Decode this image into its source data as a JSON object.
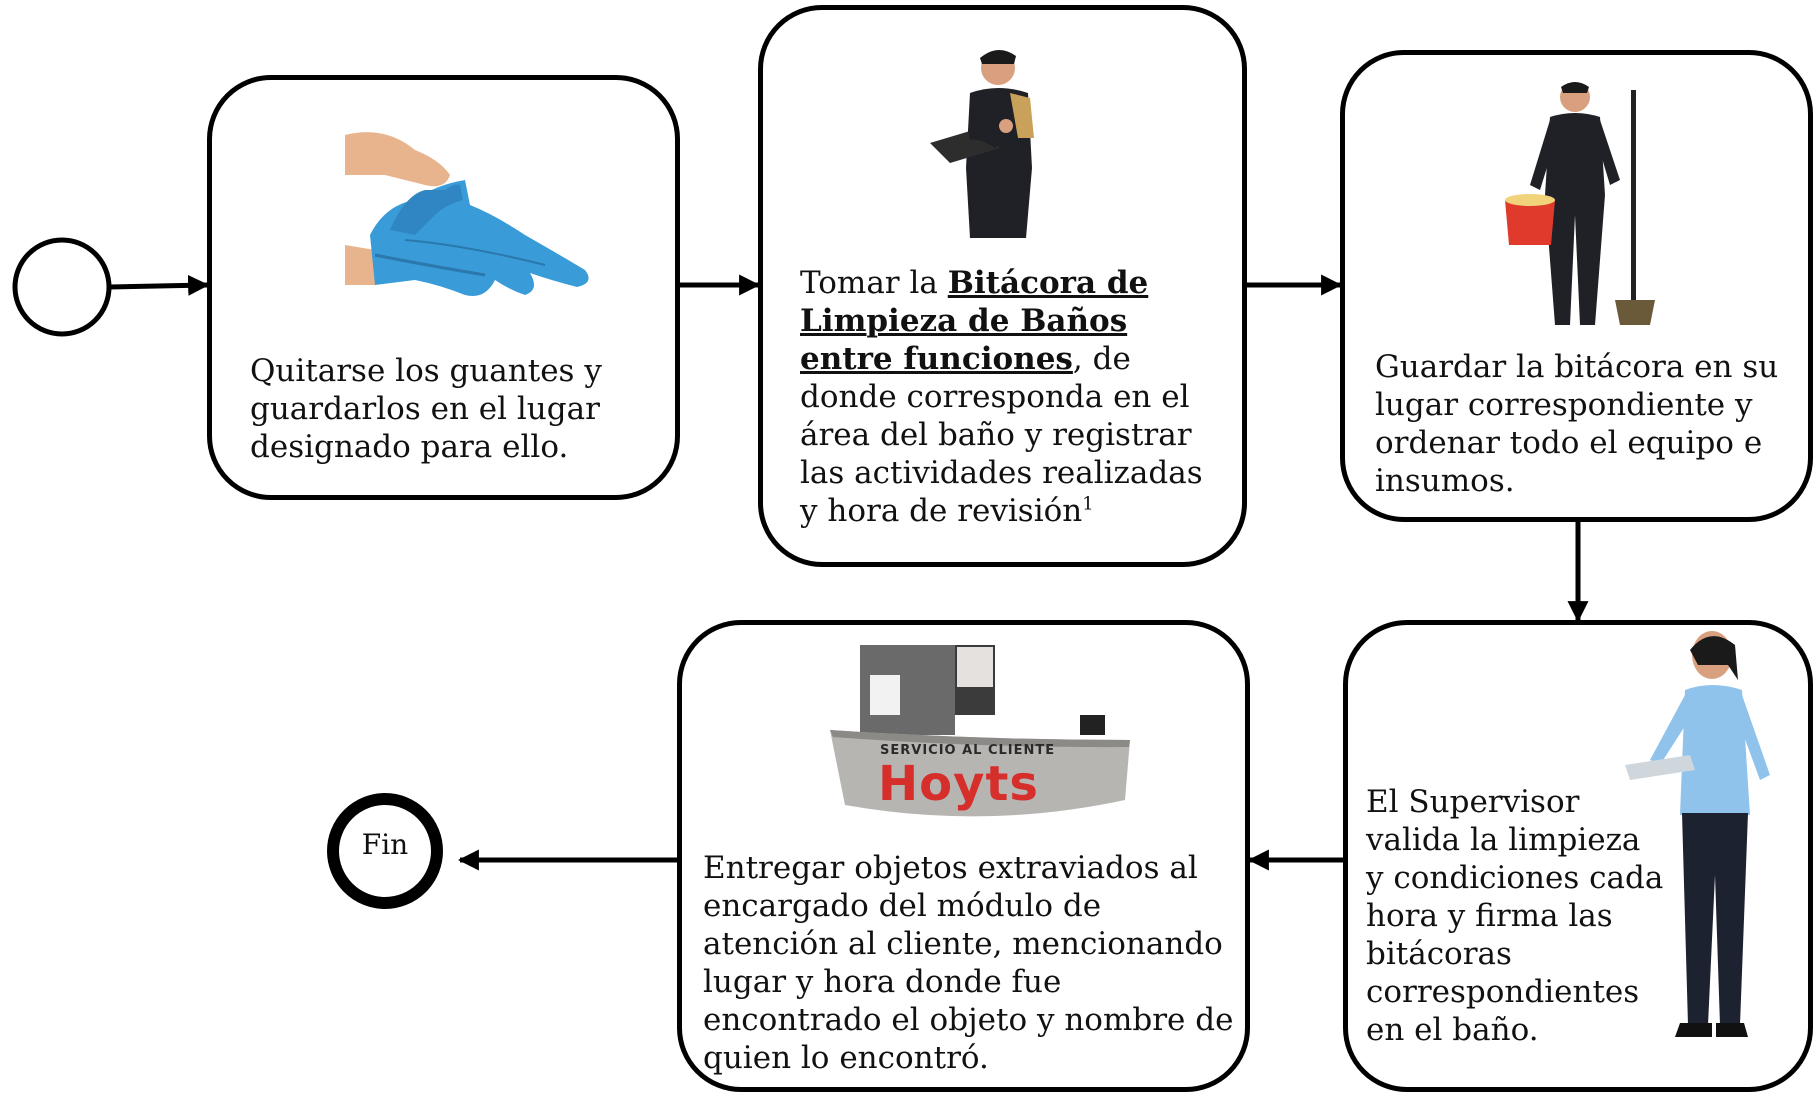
{
  "diagram": {
    "end_label": "Fin",
    "steps": [
      {
        "id": "quitar-guantes",
        "text": "Quitarse los guantes y guardarlos en el lugar designado para ello.",
        "image": "blue-gloves-hands"
      },
      {
        "id": "tomar-bitacora",
        "text_before": "Tomar la ",
        "text_link": "Bitácora de Limpieza de Baños entre funciones",
        "text_after": ", de donde corresponda en el área del baño y registrar las actividades realizadas y hora de revisión",
        "footnote_mark": "1",
        "image": "staff-writing-on-clipboard"
      },
      {
        "id": "guardar-bitacora",
        "text": "Guardar la bitácora en su lugar correspondiente y ordenar todo el equipo e insumos.",
        "image": "staff-with-bucket-and-broom"
      },
      {
        "id": "supervisor-valida",
        "text": "El Supervisor valida la limpieza y condiciones cada hora y firma las bitácoras correspondientes en el baño.",
        "image": "supervisor-with-clipboard"
      },
      {
        "id": "entregar-objetos",
        "text": "Entregar objetos extraviados al encargado del módulo de atención al cliente,  mencionando lugar y hora donde fue encontrado el objeto y nombre de quien lo encontró.",
        "image": "customer-service-desk",
        "desk_sign_top": "SERVICIO AL CLIENTE",
        "desk_logo": "Hoyts"
      }
    ]
  },
  "colors": {
    "stroke": "#000000",
    "glove": "#3a9bd9",
    "skin": "#e8b48e",
    "uniform": "#1f2127",
    "shirt_light_blue": "#8fc3ec",
    "logo_red": "#d62e2b",
    "desk_grey": "#b7b5b2"
  }
}
